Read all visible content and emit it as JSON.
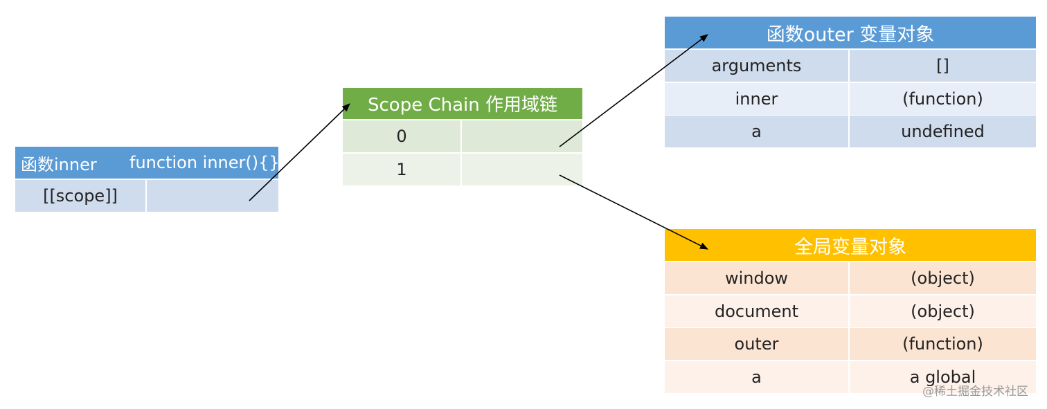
{
  "inner_box": {
    "title": "函数inner",
    "code": "function inner(){}",
    "row": {
      "key": "[[scope]]",
      "value": ""
    }
  },
  "scope_chain": {
    "title": "Scope Chain 作用域链",
    "rows": [
      {
        "index": "0",
        "value": ""
      },
      {
        "index": "1",
        "value": ""
      }
    ]
  },
  "outer_vo": {
    "title": "函数outer 变量对象",
    "rows": [
      {
        "key": "arguments",
        "value": "[]"
      },
      {
        "key": "inner",
        "value": "(function)"
      },
      {
        "key": "a",
        "value": "undefined"
      }
    ]
  },
  "global_vo": {
    "title": "全局变量对象",
    "rows": [
      {
        "key": "window",
        "value": "(object)"
      },
      {
        "key": "document",
        "value": "(object)"
      },
      {
        "key": "outer",
        "value": "(function)"
      },
      {
        "key": "a",
        "value": "a global"
      }
    ]
  },
  "watermark": "@稀土掘金技术社区",
  "colors": {
    "blue_header": "#5b9bd5",
    "green_header": "#70ad47",
    "orange_header": "#ffc000"
  }
}
